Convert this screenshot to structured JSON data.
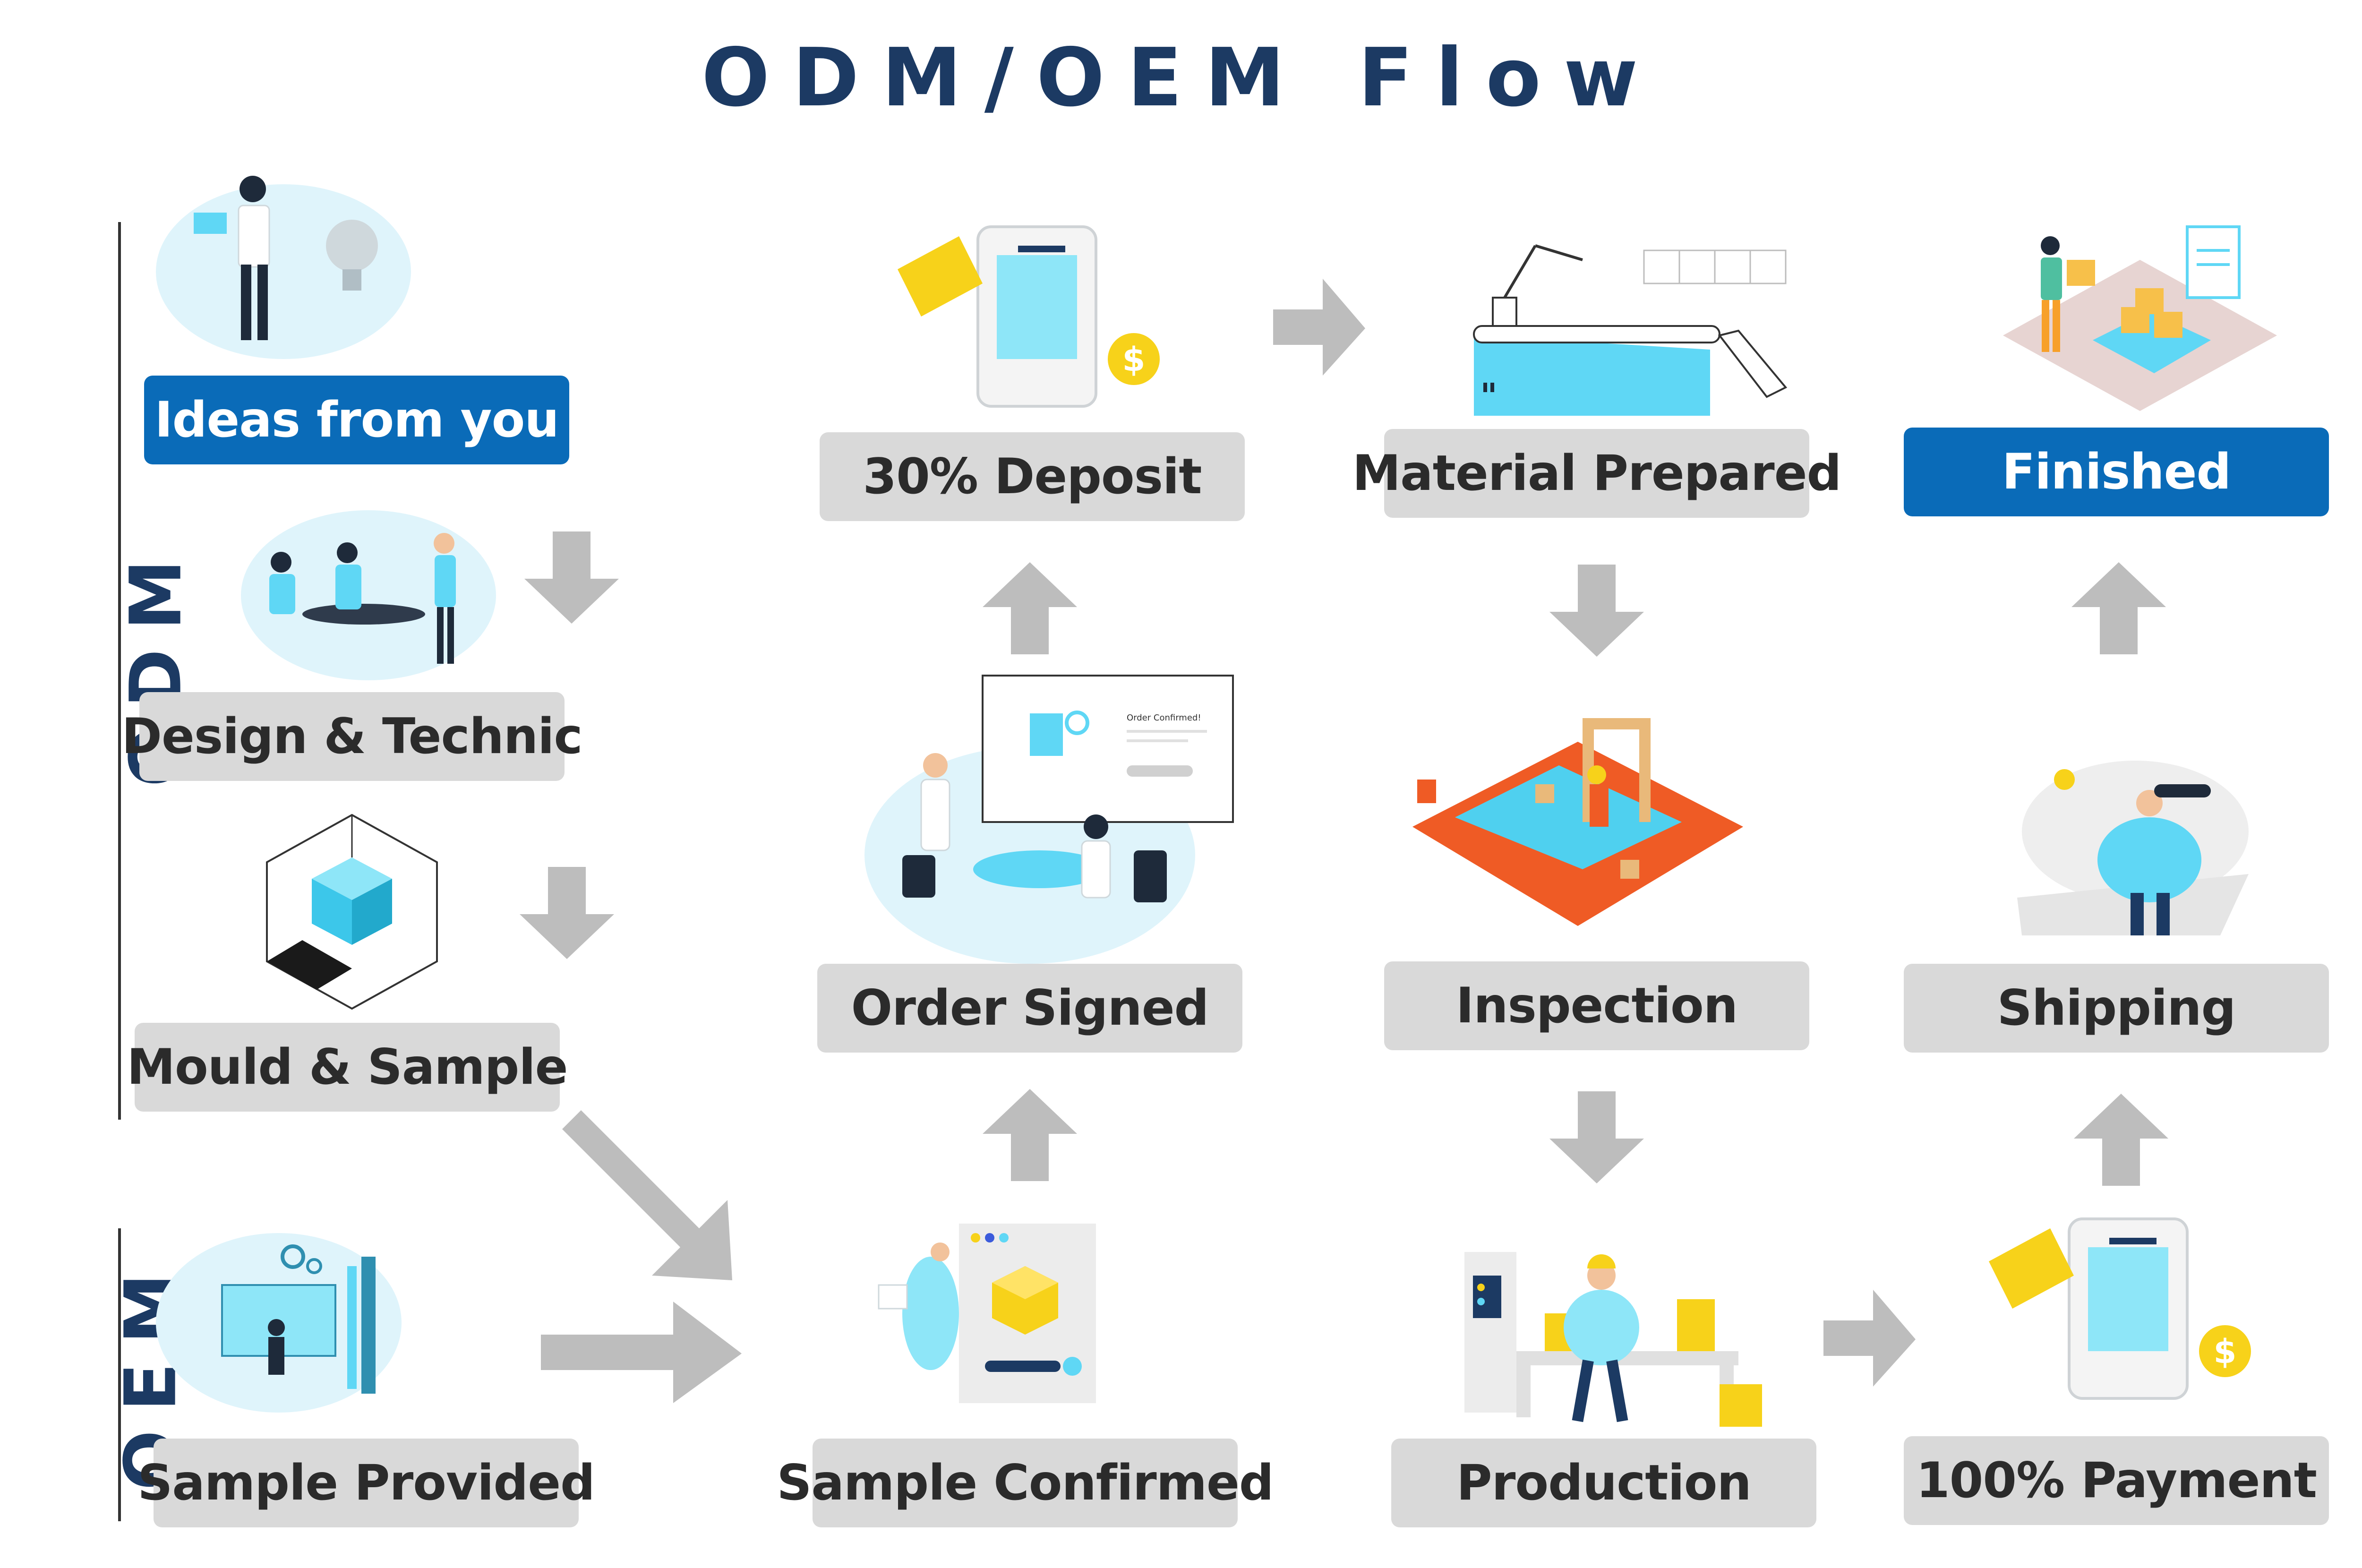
{
  "title": "ODM/OEM Flow",
  "side_labels": {
    "odm": "ODM",
    "oem": "OEM"
  },
  "steps": {
    "ideas": "Ideas from you",
    "design": "Design & Technic",
    "mould": "Mould & Sample",
    "sample_provided": "Sample Provided",
    "sample_confirmed": "Sample Confirmed",
    "order_signed": "Order Signed",
    "deposit": "30% Deposit",
    "material": "Material Prepared",
    "inspection": "Inspection",
    "production": "Production",
    "payment": "100% Payment",
    "shipping": "Shipping",
    "finished": "Finished"
  },
  "illustration_text": {
    "order_confirmed": "Order Confirmed!"
  },
  "icons": [
    "person-idea-icon",
    "meeting-icon",
    "cube-room-icon",
    "designer-workstation-icon",
    "phone-receipt-icon",
    "order-confirmed-meeting-icon",
    "box-confirm-icon",
    "robot-conveyor-icon",
    "inspection-line-icon",
    "factory-worker-icon",
    "phone-payment-icon",
    "shipping-lookout-icon",
    "warehouse-pallet-icon"
  ],
  "colors": {
    "title": "#1c3a63",
    "box_gray": "#d9d9d9",
    "box_blue": "#0a6bb8",
    "arrow": "#bdbdbd",
    "cyan": "#5fd7f5",
    "yellow": "#f7d21a",
    "orange": "#ef5b25"
  }
}
